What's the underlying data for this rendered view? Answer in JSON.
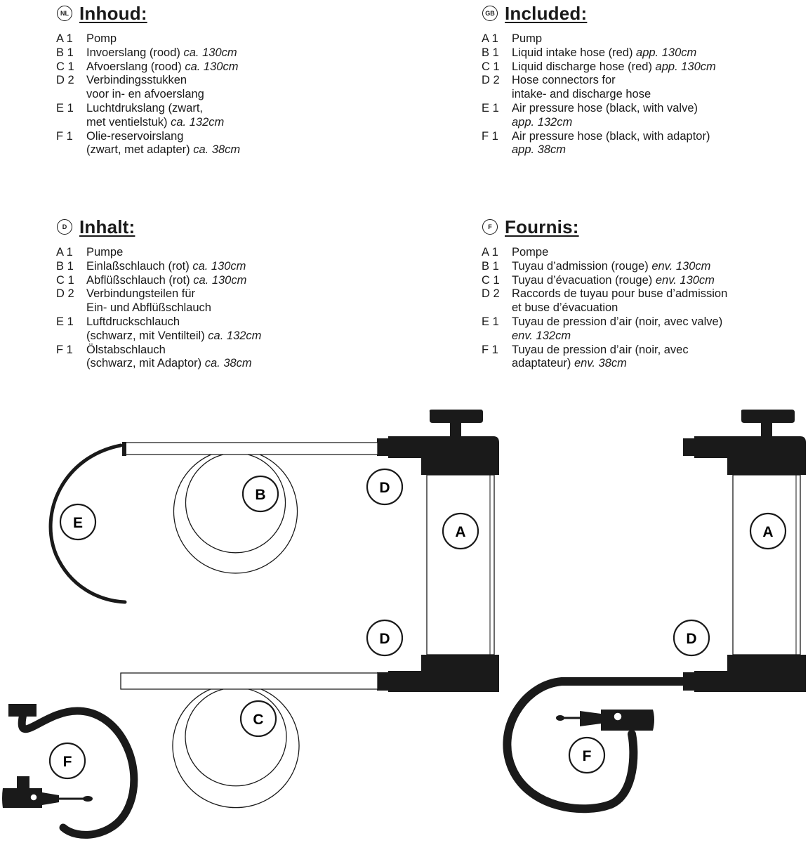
{
  "sections": {
    "nl": {
      "badge": "NL",
      "title": "Inhoud:",
      "items": [
        {
          "code": "A 1",
          "lines": [
            {
              "t": "Pomp",
              "s": ""
            }
          ]
        },
        {
          "code": "B 1",
          "lines": [
            {
              "t": "Invoerslang (rood) ",
              "s": "ca. 130cm"
            }
          ]
        },
        {
          "code": "C 1",
          "lines": [
            {
              "t": "Afvoerslang (rood) ",
              "s": "ca. 130cm"
            }
          ]
        },
        {
          "code": "D 2",
          "lines": [
            {
              "t": "Verbindingsstukken",
              "s": ""
            },
            {
              "t": "voor in- en afvoerslang",
              "s": ""
            }
          ]
        },
        {
          "code": "E 1",
          "lines": [
            {
              "t": "Luchtdrukslang (zwart,",
              "s": ""
            },
            {
              "t": "met ventielstuk) ",
              "s": "ca. 132cm"
            }
          ]
        },
        {
          "code": "F 1",
          "lines": [
            {
              "t": "Olie-reservoirslang",
              "s": ""
            },
            {
              "t": "(zwart, met adapter) ",
              "s": "ca. 38cm"
            }
          ]
        }
      ]
    },
    "gb": {
      "badge": "GB",
      "title": "Included:",
      "items": [
        {
          "code": "A 1",
          "lines": [
            {
              "t": "Pump",
              "s": ""
            }
          ]
        },
        {
          "code": "B 1",
          "lines": [
            {
              "t": "Liquid intake hose (red) ",
              "s": "app. 130cm"
            }
          ]
        },
        {
          "code": "C 1",
          "lines": [
            {
              "t": "Liquid discharge hose (red) ",
              "s": "app. 130cm"
            }
          ]
        },
        {
          "code": "D 2",
          "lines": [
            {
              "t": "Hose connectors for",
              "s": ""
            },
            {
              "t": "intake- and discharge hose",
              "s": ""
            }
          ]
        },
        {
          "code": "E 1",
          "lines": [
            {
              "t": "Air pressure hose (black, with valve)",
              "s": ""
            },
            {
              "t": "",
              "s": "app. 132cm"
            }
          ]
        },
        {
          "code": "F 1",
          "lines": [
            {
              "t": "Air pressure hose (black, with adaptor)",
              "s": ""
            },
            {
              "t": "",
              "s": "app. 38cm"
            }
          ]
        }
      ]
    },
    "de": {
      "badge": "D",
      "title": "Inhalt:",
      "items": [
        {
          "code": "A 1",
          "lines": [
            {
              "t": "Pumpe",
              "s": ""
            }
          ]
        },
        {
          "code": "B 1",
          "lines": [
            {
              "t": "Einlaßschlauch (rot) ",
              "s": "ca. 130cm"
            }
          ]
        },
        {
          "code": "C 1",
          "lines": [
            {
              "t": "Abflüßschlauch (rot) ",
              "s": "ca. 130cm"
            }
          ]
        },
        {
          "code": "D 2",
          "lines": [
            {
              "t": "Verbindungsteilen für",
              "s": ""
            },
            {
              "t": "Ein- und Abflüßschlauch",
              "s": ""
            }
          ]
        },
        {
          "code": "E 1",
          "lines": [
            {
              "t": "Luftdruckschlauch",
              "s": ""
            },
            {
              "t": "(schwarz, mit Ventilteil) ",
              "s": "ca. 132cm"
            }
          ]
        },
        {
          "code": "F 1",
          "lines": [
            {
              "t": "Ölstabschlauch",
              "s": ""
            },
            {
              "t": "(schwarz, mit Adaptor) ",
              "s": "ca. 38cm"
            }
          ]
        }
      ]
    },
    "fr": {
      "badge": "F",
      "title": "Fournis:",
      "items": [
        {
          "code": "A 1",
          "lines": [
            {
              "t": "Pompe",
              "s": ""
            }
          ]
        },
        {
          "code": "B 1",
          "lines": [
            {
              "t": "Tuyau d’admission (rouge) ",
              "s": "env. 130cm"
            }
          ]
        },
        {
          "code": "C 1",
          "lines": [
            {
              "t": "Tuyau d’évacuation (rouge) ",
              "s": "env. 130cm"
            }
          ]
        },
        {
          "code": "D 2",
          "lines": [
            {
              "t": "Raccords de tuyau pour buse d’admission",
              "s": ""
            },
            {
              "t": "et buse d’évacuation",
              "s": ""
            }
          ]
        },
        {
          "code": "E 1",
          "lines": [
            {
              "t": "Tuyau de pression d’air (noir, avec valve)",
              "s": ""
            },
            {
              "t": "",
              "s": "env. 132cm"
            }
          ]
        },
        {
          "code": "F 1",
          "lines": [
            {
              "t": "Tuyau de pression d’air (noir, avec",
              "s": ""
            },
            {
              "t": "adaptateur) ",
              "s": "env. 38cm"
            }
          ]
        }
      ]
    }
  },
  "diagram": {
    "label_pump": "A",
    "label_intake_hose": "B",
    "label_discharge_hose": "C",
    "label_connector": "D",
    "label_air_hose": "E",
    "label_adaptor_hose": "F"
  }
}
